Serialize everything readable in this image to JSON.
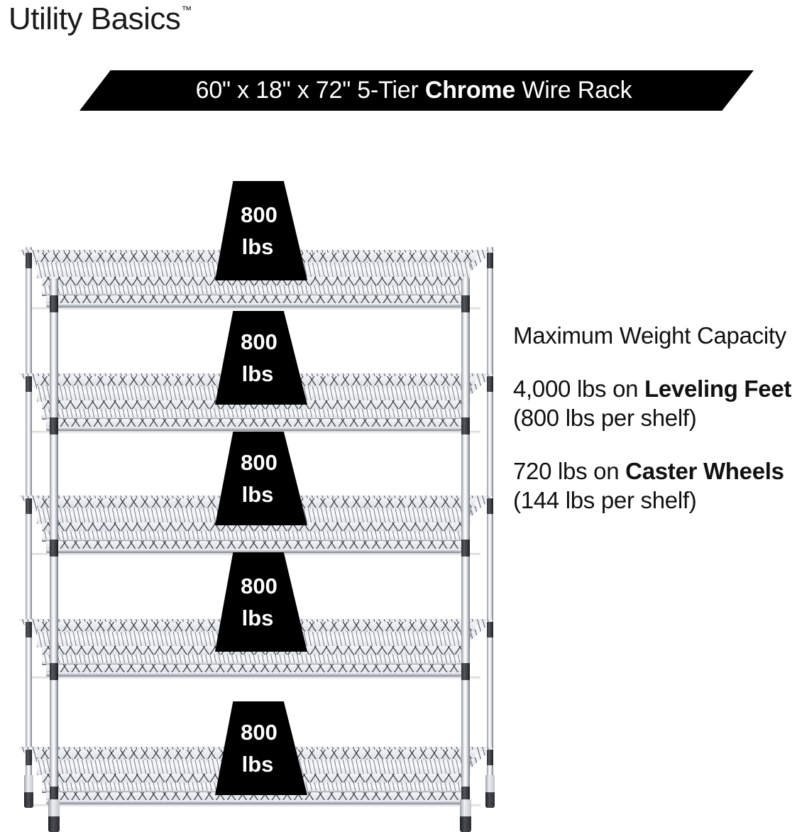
{
  "brand": {
    "name": "Utility Basics",
    "tm": "™"
  },
  "banner": {
    "prefix": "60\" x 18\" x 72\" 5-Tier ",
    "highlight": "Chrome",
    "suffix": " Wire Rack",
    "full_text": "60\" x 18\" x 72\" 5-Tier Chrome Wire Rack",
    "background_color": "#000000",
    "text_color": "#ffffff"
  },
  "copy": {
    "heading": "Maximum Weight Capacity",
    "leveling": {
      "lead": "4,000 lbs on ",
      "bold": "Leveling Feet",
      "tail": " (800 lbs per shelf)"
    },
    "caster": {
      "lead": "720 lbs on ",
      "bold": "Caster Wheels",
      "tail": " (144 lbs per shelf)"
    }
  },
  "product": {
    "tier_count": 5,
    "shelf_capacity_number": "800",
    "shelf_capacity_unit": "lbs",
    "badges": [
      {
        "number": "800",
        "unit": "lbs"
      },
      {
        "number": "800",
        "unit": "lbs"
      },
      {
        "number": "800",
        "unit": "lbs"
      },
      {
        "number": "800",
        "unit": "lbs"
      },
      {
        "number": "800",
        "unit": "lbs"
      }
    ]
  },
  "colors": {
    "background": "#ffffff",
    "ink": "#111111",
    "badge_fill": "#000000",
    "badge_text": "#ffffff",
    "chrome_light": "#f7f8fa",
    "chrome_dark": "#4c5158"
  }
}
